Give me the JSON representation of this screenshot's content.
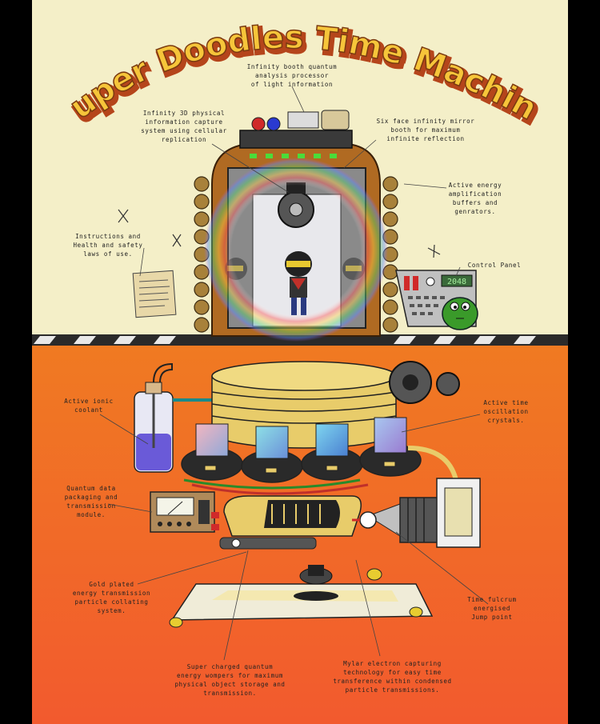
{
  "poster": {
    "title": "Super Doodles Time Machine",
    "colors": {
      "top_background": "#f4efc8",
      "bottom_gradient_top": "#f07a22",
      "bottom_gradient_bottom": "#f25a2e",
      "title_fill": "#f6c53a",
      "title_shadow": "#b5451b",
      "rainbow_halo": "#ff7a7a"
    }
  },
  "labels": {
    "analysis_processor": "Infinity booth quantum\nanalysis processor\nof light information",
    "capture_system": "Infinity 3D physical\ninformation capture\nsystem using cellular\nreplication",
    "mirror_booth": "Six face infinity mirror\nbooth for maximum\ninfinite reflection",
    "energy_buffers": "Active energy\namplification\nbuffers and\ngenrators.",
    "instructions": "Instructions and\nHealth and safety\nlaws of use.",
    "control_panel": "Control Panel",
    "ionic_coolant": "Active ionic\ncoolant",
    "oscillation_crystals": "Active time\noscillation\ncrystals.",
    "data_packaging": "Quantum data\npackaging and\ntransmission\nmodule.",
    "gold_plated": "Gold plated\nenergy transmission\nparticle collating\nsystem.",
    "time_fulcrum": "Time fulcrum\nenergised\nJump point",
    "energy_wompers": "Super charged quantum\nenergy wompers for maximum\nphysical object storage and\ntransmission.",
    "mylar_electron": "Mylar electron capturing\ntechnology for easy time\ntransference within condensed\nparticle transmissions."
  },
  "control_panel_readout": "2048",
  "icons": [
    "infinity-booth-icon",
    "character-icon",
    "control-panel-icon",
    "green-blob-icon",
    "coolant-bottle-icon",
    "crystal-icon",
    "gear-icon",
    "module-icon",
    "jump-point-icon"
  ]
}
